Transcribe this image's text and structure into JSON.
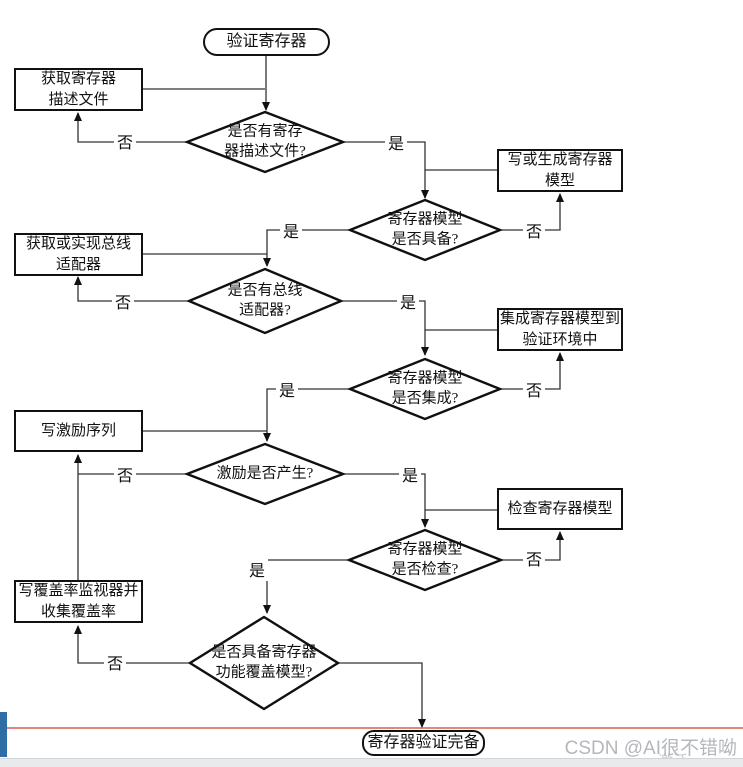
{
  "nodes": {
    "start": "验证寄存器",
    "get_desc_file": "获取寄存器\n描述文件",
    "has_desc_file": "是否有寄存\n器描述文件?",
    "write_model": "写或生成寄存器\n模型",
    "model_ready": "寄存器模型\n是否具备?",
    "get_adapter": "获取或实现总线\n适配器",
    "has_adapter": "是否有总线\n适配器?",
    "integrate_model": "集成寄存器模型到\n验证环境中",
    "model_integrated": "寄存器模型\n是否集成?",
    "write_seq": "写激励序列",
    "stim_generated": "激励是否产生?",
    "check_model": "检查寄存器模型",
    "model_checked": "寄存器模型\n是否检查?",
    "write_coverage": "写覆盖率监视器并\n收集覆盖率",
    "has_cov_model": "是否具备寄存器\n功能覆盖模型?",
    "end": "寄存器验证完备"
  },
  "edges": {
    "d1_no": "否",
    "d1_yes": "是",
    "d2_yes": "是",
    "d2_no": "否",
    "d3_no": "否",
    "d3_yes": "是",
    "d4_yes": "是",
    "d4_no": "否",
    "d5_no": "否",
    "d5_yes": "是",
    "d6_yes": "是",
    "d6_no": "否",
    "d7_no": "否"
  },
  "footer": {
    "watermark": "CSDN @AI很不错呦",
    "partial_text": "激活"
  },
  "colors": {
    "line": "#333333",
    "node_border": "#111111",
    "accent_bar": "#2f6ea5",
    "divider_line": "#e5867c",
    "watermark_text": "#b4b7bb",
    "footer_band": "#e9eaeb"
  }
}
